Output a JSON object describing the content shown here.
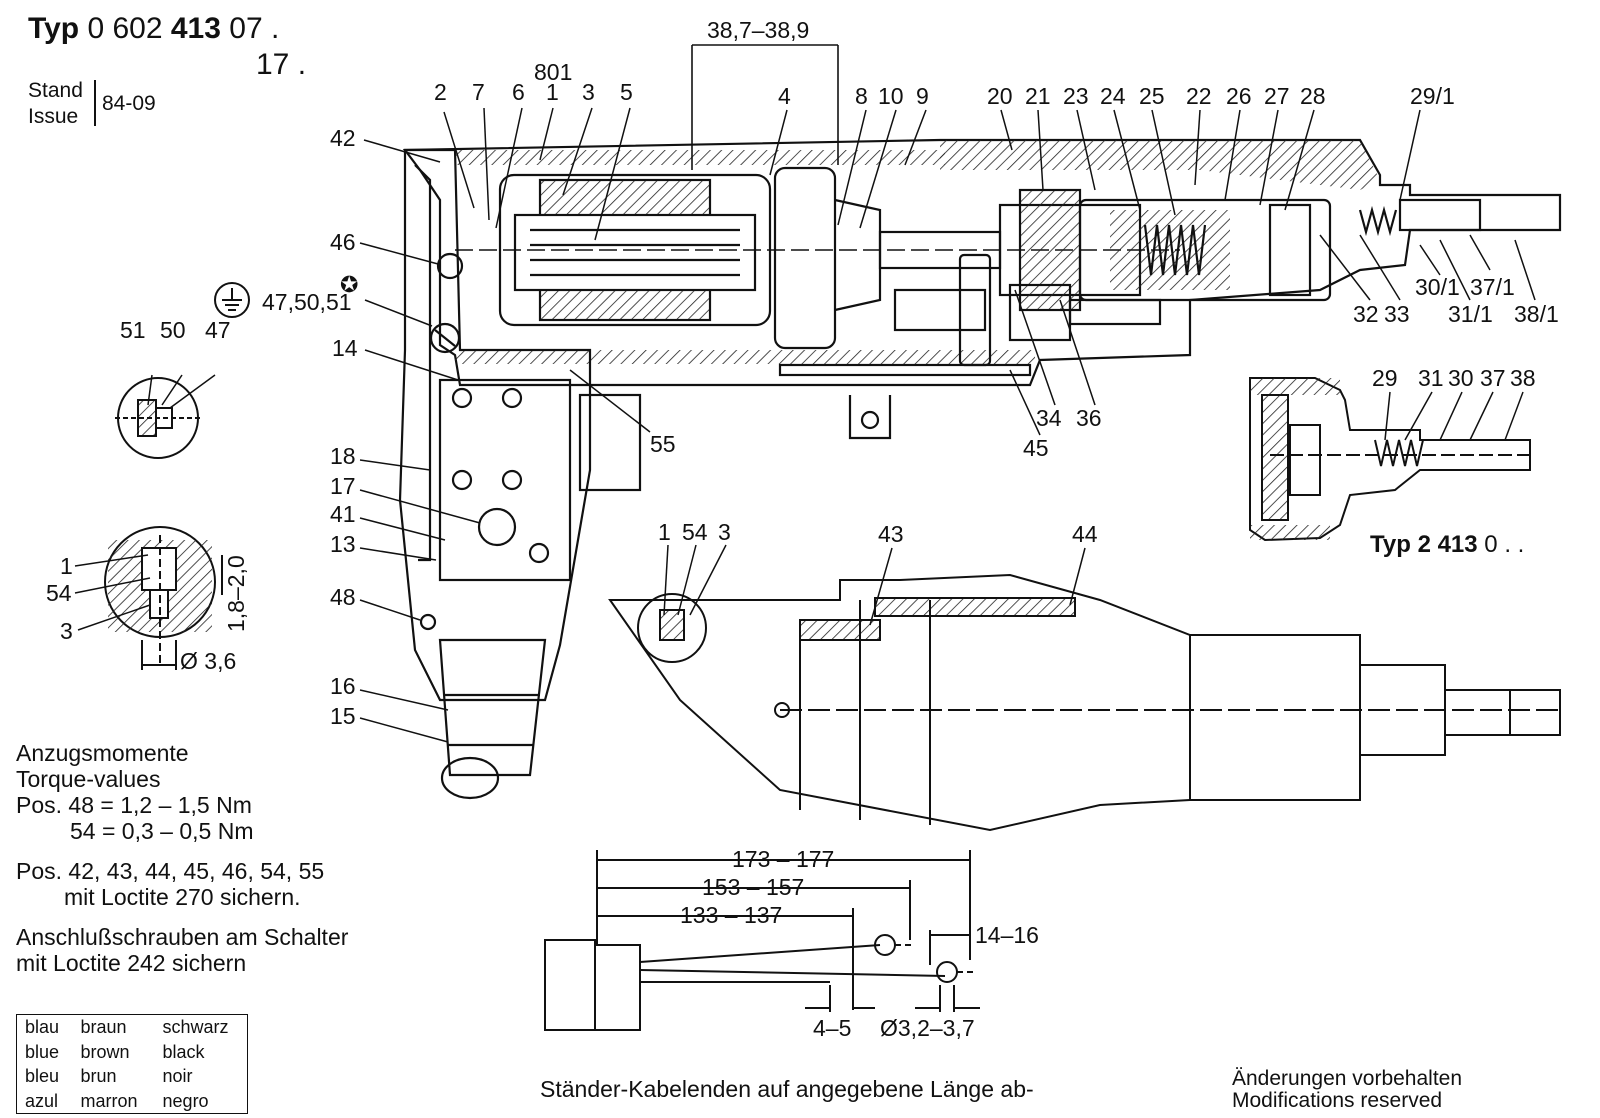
{
  "header": {
    "typ_label": "Typ",
    "typ_number_a": "0 602",
    "typ_number_b": "413",
    "typ_suffix_1": "07 .",
    "typ_suffix_2": "17 .",
    "stand_label": "Stand",
    "issue_label": "Issue",
    "stand_value": "84-09"
  },
  "dimensions": {
    "top_span": "38,7–38,9",
    "collar_height": "1,8–2,0",
    "collar_dia": "Ø 3,6",
    "cable_1": "173 – 177",
    "cable_2": "153 – 157",
    "cable_3": "133 – 137",
    "cable_4": "14–16",
    "cable_5": "4–5",
    "cable_6": "Ø3,2–3,7"
  },
  "labels": {
    "main_top": [
      "801",
      "2",
      "7",
      "6",
      "1",
      "3",
      "5",
      "4",
      "8",
      "10",
      "9",
      "20",
      "21",
      "23",
      "24",
      "25",
      "22",
      "26",
      "27",
      "28",
      "29/1"
    ],
    "main_right": [
      "30/1",
      "37/1",
      "32",
      "33",
      "31/1",
      "38/1",
      "34",
      "36",
      "45",
      "55"
    ],
    "main_left": [
      "42",
      "46",
      "47,50,51",
      "14",
      "18",
      "17",
      "41",
      "13",
      "48",
      "16",
      "15"
    ],
    "detail_a": [
      "51",
      "50",
      "47"
    ],
    "detail_b": [
      "1",
      "54",
      "3"
    ],
    "side_view": [
      "1",
      "54",
      "3",
      "43",
      "44"
    ],
    "inset": [
      "29",
      "31",
      "30",
      "37",
      "38"
    ],
    "inset_typ": "Typ",
    "inset_typ_number": "2 413",
    "inset_typ_suffix": "0 . ."
  },
  "torque": {
    "title_de": "Anzugsmomente",
    "title_en": "Torque-values",
    "line1": "Pos. 48 = 1,2 – 1,5 Nm",
    "line2": "54 = 0,3 – 0,5 Nm"
  },
  "loctite": {
    "line1": "Pos. 42, 43, 44, 45, 46, 54, 55",
    "line2": "mit Loctite 270 sichern.",
    "line3": "Anschlußschrauben am Schalter",
    "line4": "mit Loctite 242 sichern"
  },
  "color_table": {
    "rows": [
      [
        "blau",
        "braun",
        "schwarz"
      ],
      [
        "blue",
        "brown",
        "black"
      ],
      [
        "bleu",
        "brun",
        "noir"
      ],
      [
        "azul",
        "marron",
        "negro"
      ]
    ]
  },
  "footer": {
    "cable_note": "Ständer-Kabelenden auf angegebene Länge ab-",
    "mod_de": "Änderungen vorbehalten",
    "mod_en": "Modifications reserved"
  }
}
